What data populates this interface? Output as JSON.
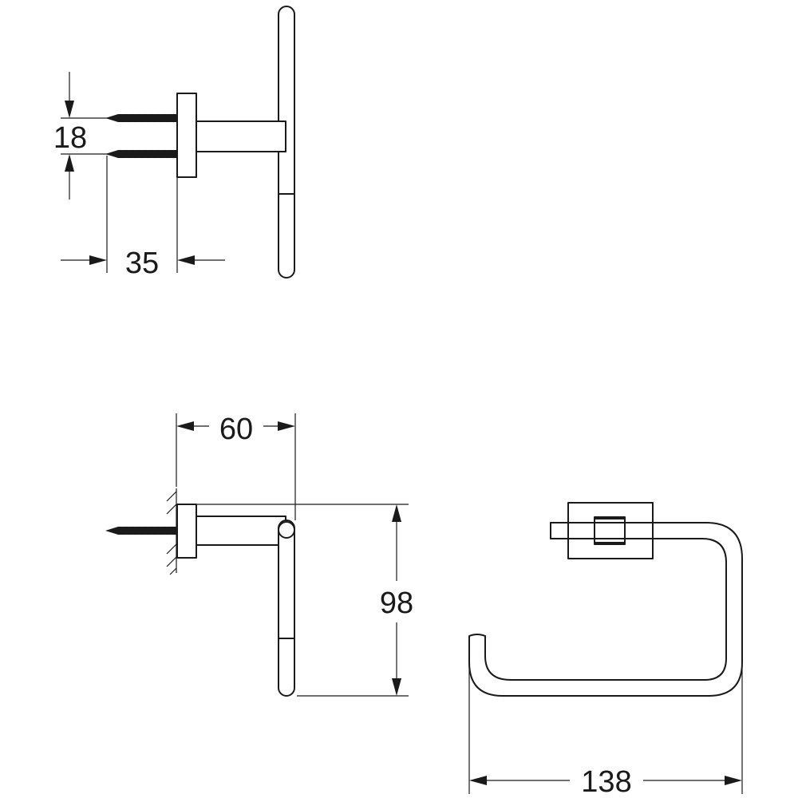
{
  "dimensions": {
    "screw_spacing": "18",
    "screw_length": "35",
    "projection": "60",
    "height": "98",
    "width": "138"
  },
  "colors": {
    "line": "#1a1a1a",
    "background": "#ffffff"
  }
}
